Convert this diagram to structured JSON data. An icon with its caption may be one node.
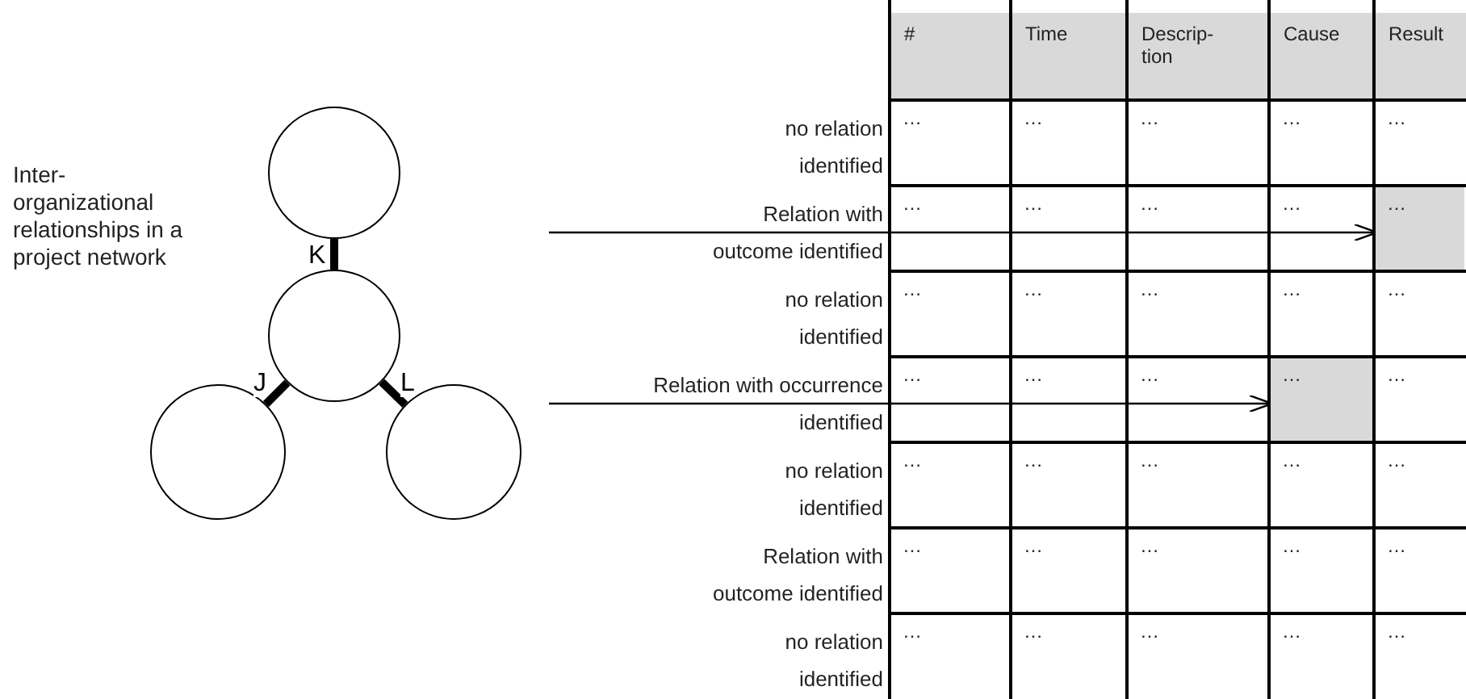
{
  "diagram": {
    "nodes": [
      {
        "text": [],
        "shape": "circle"
      },
      {
        "text": [],
        "shape": "circle"
      },
      {
        "text": [],
        "shape": "circle"
      },
      {
        "text": [],
        "shape": "circle"
      },
      {
        "text": [
          "…"
        ]
      },
      {
        "text": [
          "…"
        ]
      }
    ],
    "edges": [
      {
        "from": 0,
        "to": 1,
        "arrow": "none",
        "label": "K"
      },
      {
        "from": 1,
        "to": 2,
        "arrow": "none",
        "label": "J"
      },
      {
        "from": 1,
        "to": 3,
        "arrow": "none",
        "label": "L"
      },
      {
        "from": null,
        "to": 4,
        "arrow": "to"
      },
      {
        "from": null,
        "to": 5,
        "arrow": "to"
      }
    ],
    "labels": [
      "Inter-organizational relationships in a project network",
      "#",
      "Time",
      "Descrip-tion",
      "Cause",
      "Result",
      "no relation identified",
      "…",
      "…",
      "…",
      "…",
      "…",
      "Relation with outcome identified",
      "…",
      "…",
      "…",
      "…",
      "no relation identified",
      "…",
      "…",
      "…",
      "…",
      "…",
      "Relation with occurrence identified",
      "…",
      "…",
      "…",
      "…",
      "no relation identified",
      "…",
      "…",
      "…",
      "…",
      "…",
      "Relation with outcome identified",
      "…",
      "…",
      "…",
      "…",
      "…",
      "no relation identified",
      "…",
      "…",
      "…",
      "…",
      "…"
    ]
  }
}
